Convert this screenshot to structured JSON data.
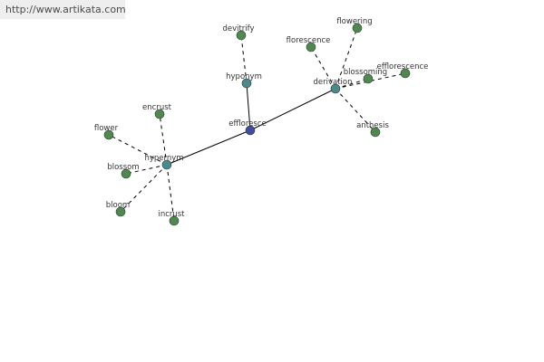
{
  "banner": {
    "url": "http://www.artikata.com"
  },
  "colors": {
    "center": "#3d4f9a",
    "relation": "#4a8a8a",
    "leaf": "#4e8a4e",
    "edge": "#000000"
  },
  "graph": {
    "center": "effloresce",
    "relations": [
      {
        "label": "hyponym",
        "leaves": [
          "devitrify"
        ]
      },
      {
        "label": "derivation",
        "leaves": [
          "flowering",
          "florescence",
          "efflorescence",
          "blossoming",
          "anthesis"
        ]
      },
      {
        "label": "hypernym",
        "leaves": [
          "encrust",
          "flower",
          "blossom",
          "bloom",
          "incrust"
        ]
      }
    ]
  }
}
